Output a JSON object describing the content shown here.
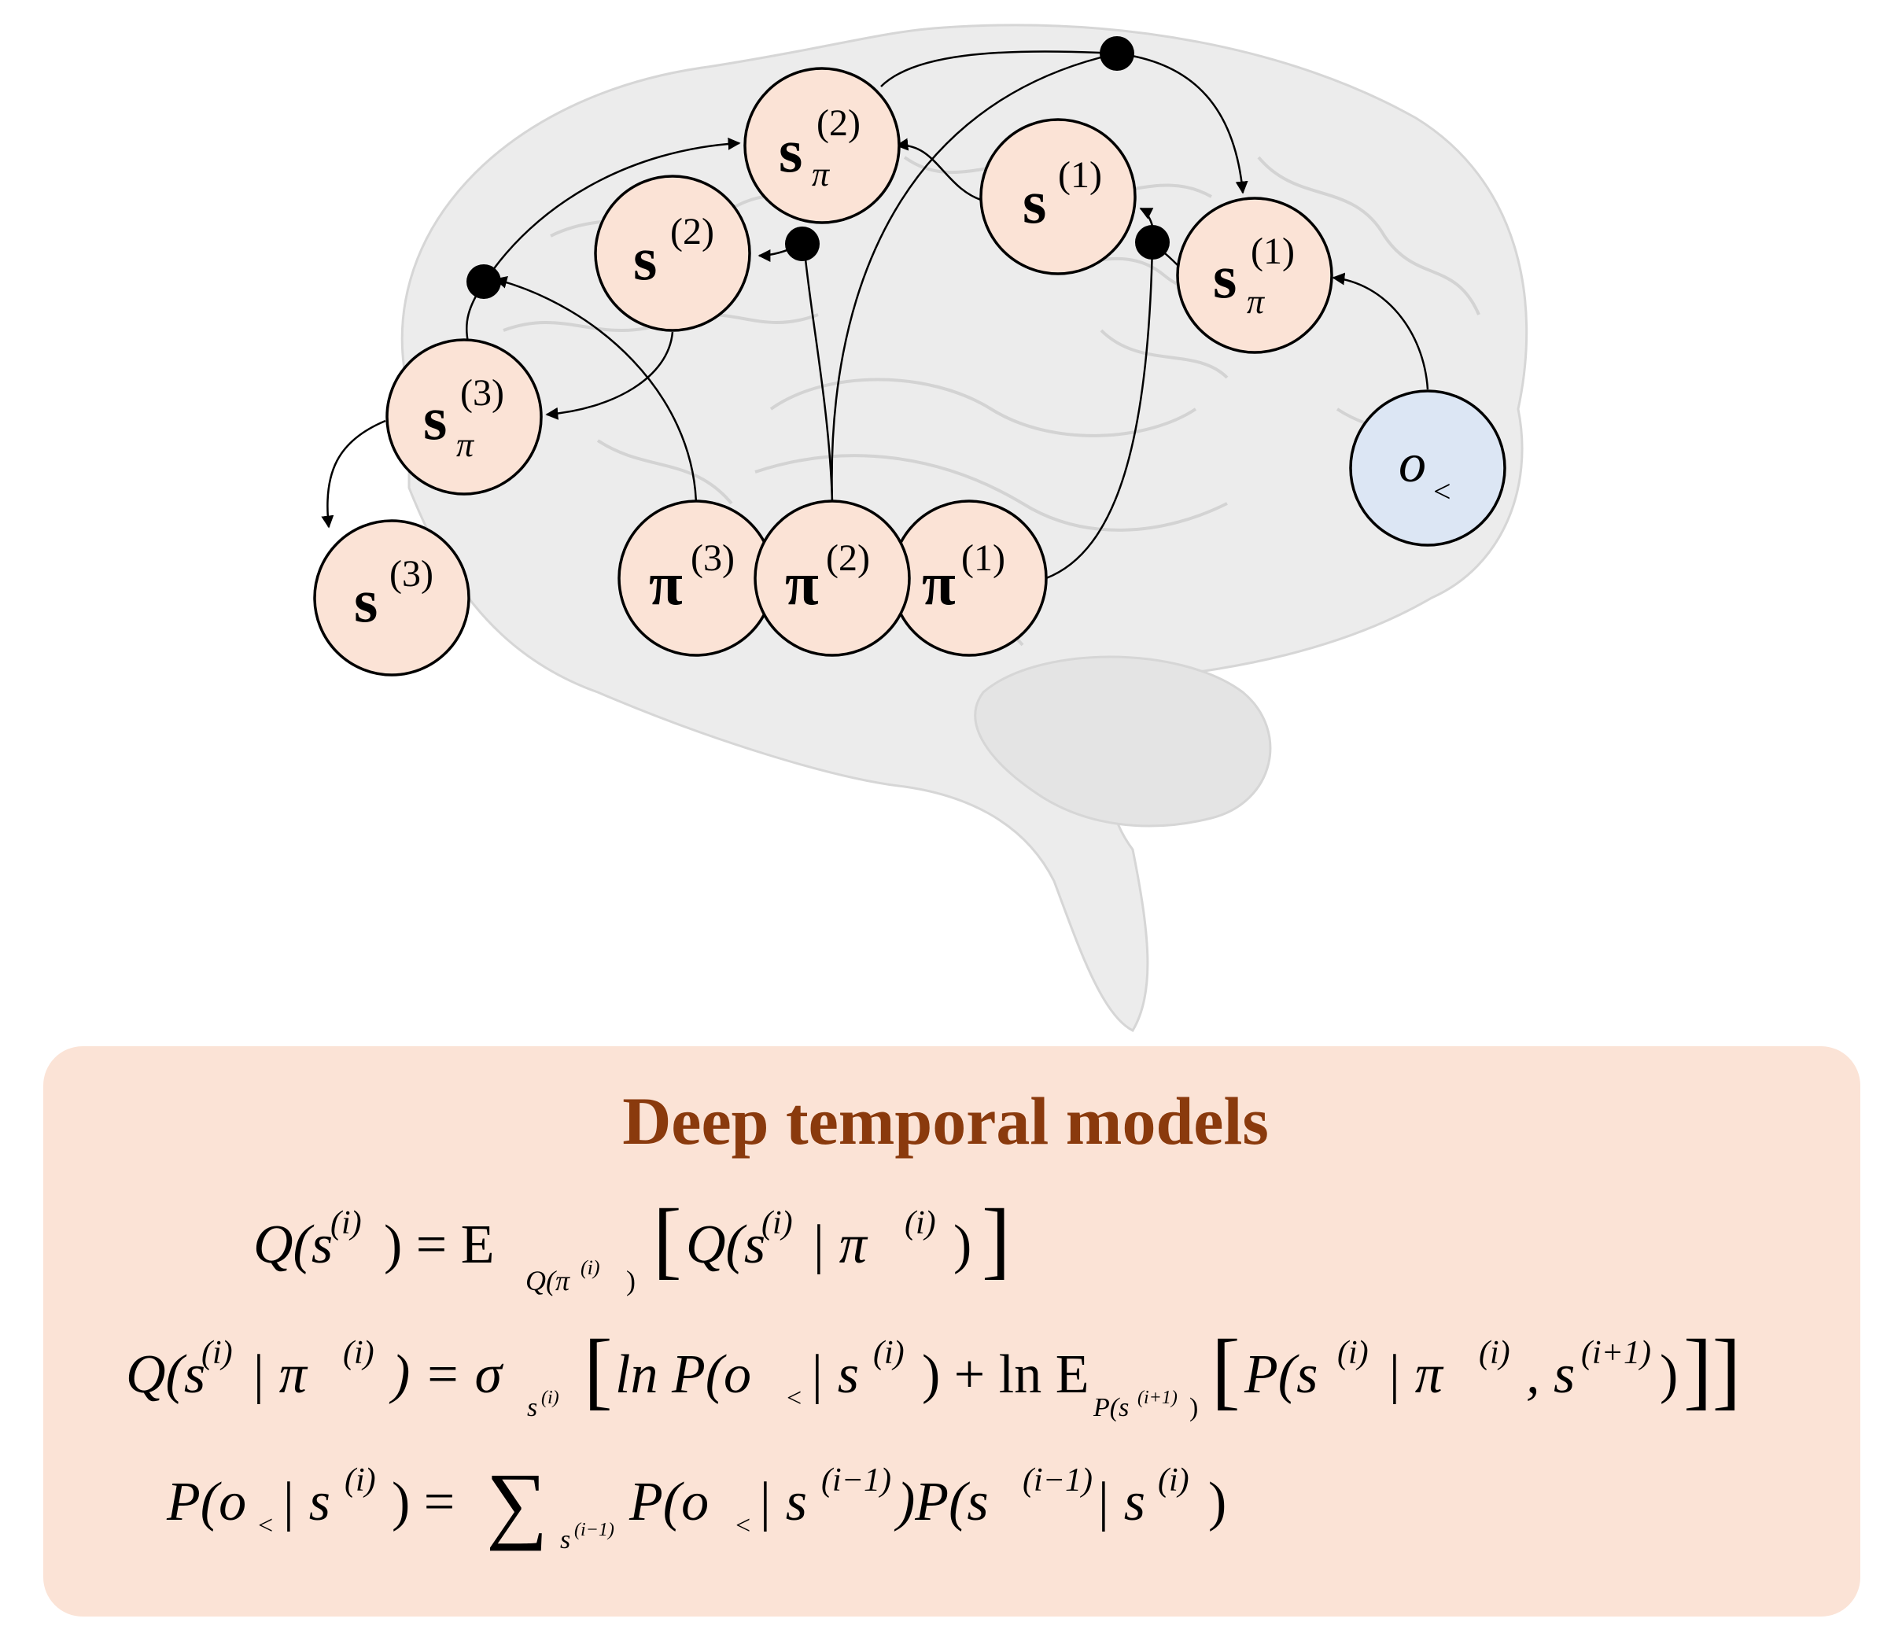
{
  "colors": {
    "node_fill": "#fbe3d6",
    "observation_fill": "#dce6f4",
    "panel_fill": "#fbe3d6",
    "title_color": "#8a3a0d",
    "brain_fill": "#ececec"
  },
  "nodes": {
    "s_pi_2": {
      "base": "s",
      "sub": "π",
      "sup": "(2)"
    },
    "s_1": {
      "base": "s",
      "sup": "(1)"
    },
    "s_2": {
      "base": "s",
      "sup": "(2)"
    },
    "s_pi_1": {
      "base": "s",
      "sub": "π",
      "sup": "(1)"
    },
    "s_pi_3": {
      "base": "s",
      "sub": "π",
      "sup": "(3)"
    },
    "s_3": {
      "base": "s",
      "sup": "(3)"
    },
    "pi_3": {
      "base": "π",
      "sup": "(3)"
    },
    "pi_2": {
      "base": "π",
      "sup": "(2)"
    },
    "pi_1": {
      "base": "π",
      "sup": "(1)"
    },
    "obs": {
      "base": "o",
      "sub": "<"
    }
  },
  "panel": {
    "title": "Deep temporal models"
  },
  "equations": {
    "eq1": {
      "lhs": "Q(s",
      "lhs_sup": "(i)",
      "eq": ") = E",
      "sub": "Q(π",
      "sub_sup": "(i)",
      "sub_close": ")",
      "open": "[",
      "inner_a": "Q(s",
      "inner_sup1": "(i)",
      "inner_b": " | π",
      "inner_sup2": "(i)",
      "inner_c": ")",
      "close": "]"
    },
    "eq2": {
      "lhs": "Q(s",
      "lhs_sup1": "(i)",
      "lhs_mid": " | π",
      "lhs_sup2": "(i)",
      "eq": ") = σ",
      "sigma_sub": "s",
      "sigma_sub_sup": "(i)",
      "open": "[",
      "t1": "ln P(o",
      "t1_sub": "<",
      "t1b": " | s",
      "t1_sup": "(i)",
      "t1c": ") + ln E",
      "e_sub": "P(s",
      "e_sub_sup": "(i+1)",
      "e_sub_close": ")",
      "open2": "[",
      "t2": "P(s",
      "t2_sup1": "(i)",
      "t2b": " | π",
      "t2_sup2": "(i)",
      "t2c": ", s",
      "t2_sup3": "(i+1)",
      "t2d": ")",
      "close": "]]"
    },
    "eq3": {
      "lhs": "P(o",
      "lhs_sub": "<",
      "lhs_b": " | s",
      "lhs_sup": "(i)",
      "eq": ") = ",
      "sum": "∑",
      "sum_sub": "s",
      "sum_sub_sup": "(i−1)",
      "t1": " P(o",
      "t1_sub": "<",
      "t1b": " | s",
      "t1_sup": "(i−1)",
      "t1c": ")P(s",
      "t2_sup": "(i−1)",
      "t2b": " | s",
      "t2_sup2": "(i)",
      "t2c": ")"
    }
  }
}
